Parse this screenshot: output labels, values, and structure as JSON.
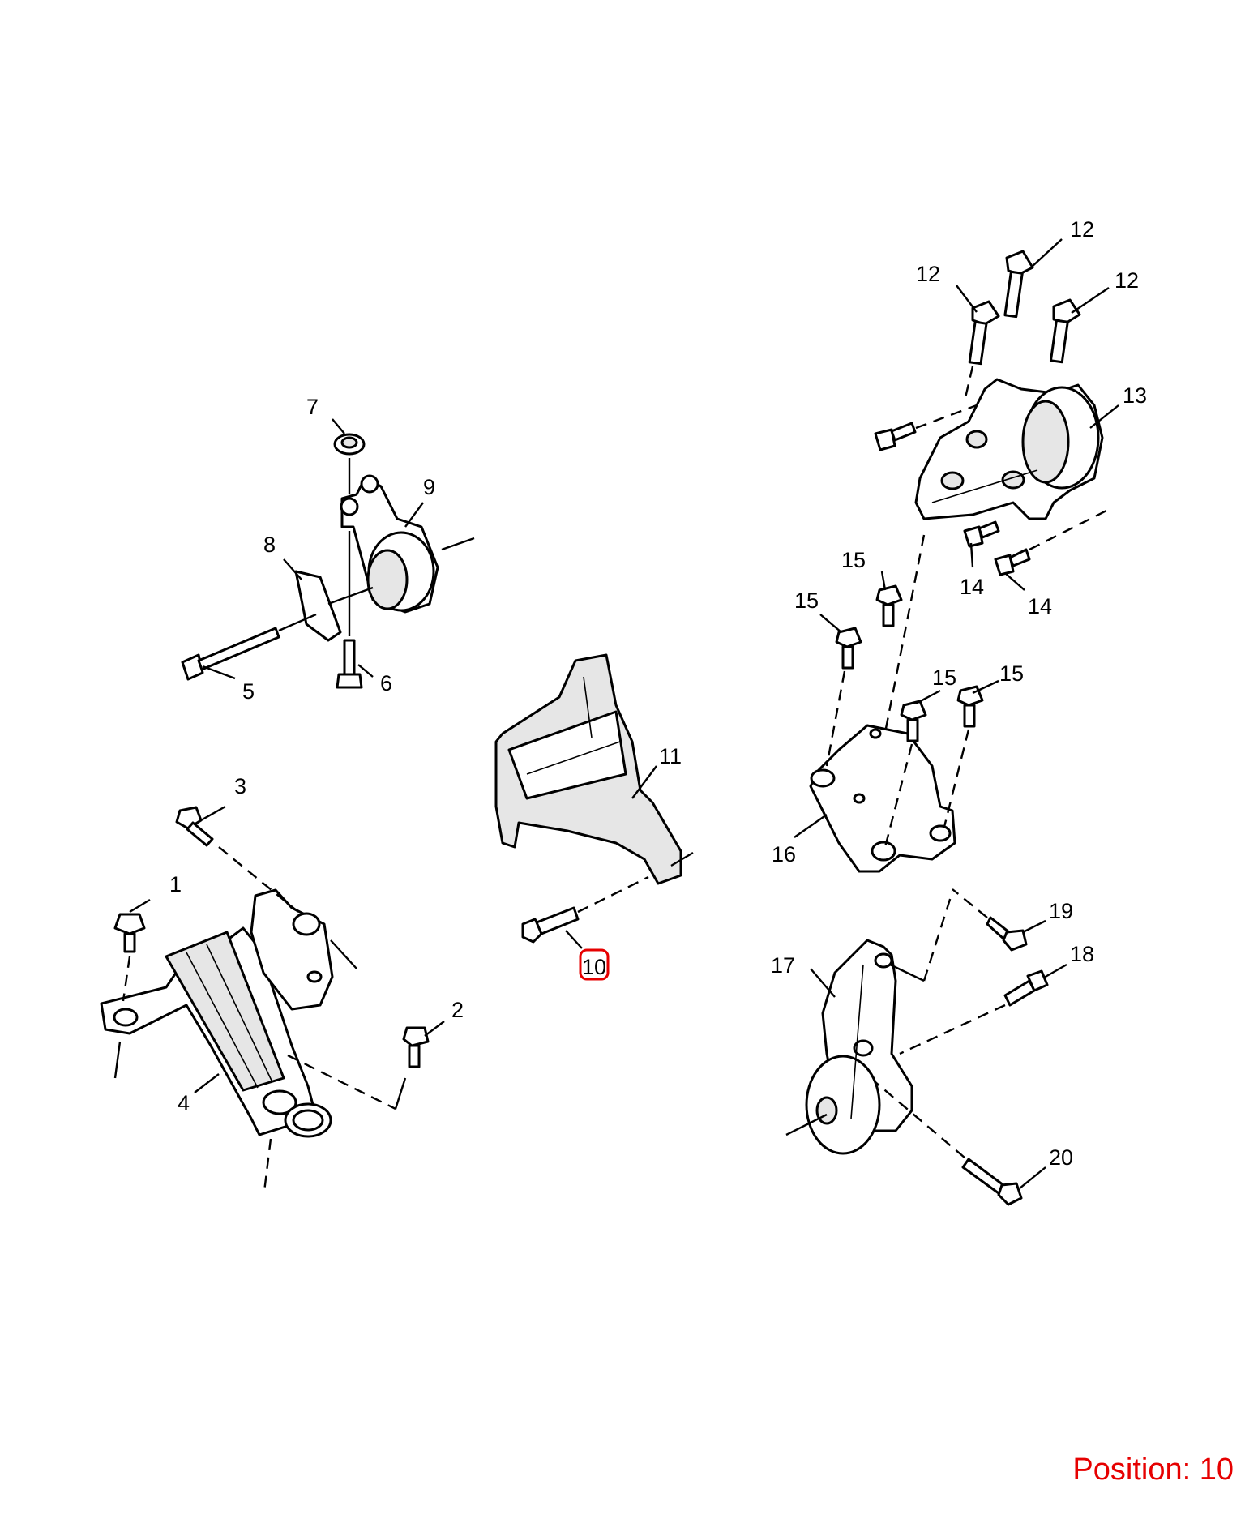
{
  "highlight": {
    "position_label": "Position: 10",
    "color": "#e60000"
  },
  "callouts": [
    {
      "id": "1",
      "text": "1"
    },
    {
      "id": "2",
      "text": "2"
    },
    {
      "id": "3",
      "text": "3"
    },
    {
      "id": "4",
      "text": "4"
    },
    {
      "id": "5",
      "text": "5"
    },
    {
      "id": "6",
      "text": "6"
    },
    {
      "id": "7",
      "text": "7"
    },
    {
      "id": "8",
      "text": "8"
    },
    {
      "id": "9",
      "text": "9"
    },
    {
      "id": "10",
      "text": "10",
      "highlighted": true
    },
    {
      "id": "11",
      "text": "11"
    },
    {
      "id": "12a",
      "text": "12"
    },
    {
      "id": "12b",
      "text": "12"
    },
    {
      "id": "12c",
      "text": "12"
    },
    {
      "id": "13",
      "text": "13"
    },
    {
      "id": "14a",
      "text": "14"
    },
    {
      "id": "14b",
      "text": "14"
    },
    {
      "id": "15a",
      "text": "15"
    },
    {
      "id": "15b",
      "text": "15"
    },
    {
      "id": "15c",
      "text": "15"
    },
    {
      "id": "15d",
      "text": "15"
    },
    {
      "id": "16",
      "text": "16"
    },
    {
      "id": "17",
      "text": "17"
    },
    {
      "id": "18",
      "text": "18"
    },
    {
      "id": "19",
      "text": "19"
    },
    {
      "id": "20",
      "text": "20"
    }
  ]
}
